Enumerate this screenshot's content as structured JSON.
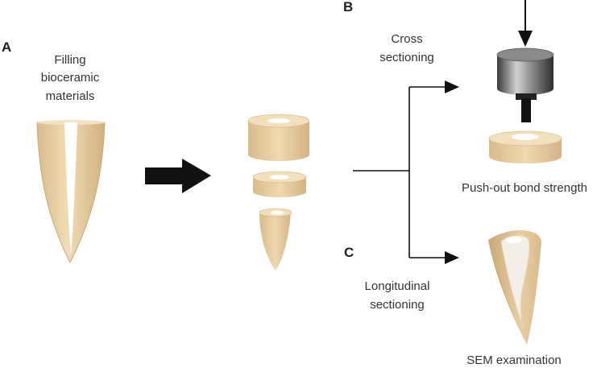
{
  "panels": {
    "a": {
      "letter": "A",
      "caption_line1": "Filling",
      "caption_line2": "bioceramic",
      "caption_line3": "materials"
    },
    "b": {
      "letter": "B",
      "branch_line1": "Cross",
      "branch_line2": "sectioning",
      "result": "Push-out bond strength"
    },
    "c": {
      "letter": "C",
      "branch_line1": "Longitudinal",
      "branch_line2": "sectioning",
      "result": "SEM examination"
    }
  },
  "colors": {
    "dentin": "#e8cfa3",
    "dentin_dark": "#c9a877",
    "canal": "#ffffff",
    "arrow": "#111111",
    "plunger_light": "#c9c9c9",
    "plunger_dark": "#3a3a3a",
    "filling": "#f4efe6"
  }
}
